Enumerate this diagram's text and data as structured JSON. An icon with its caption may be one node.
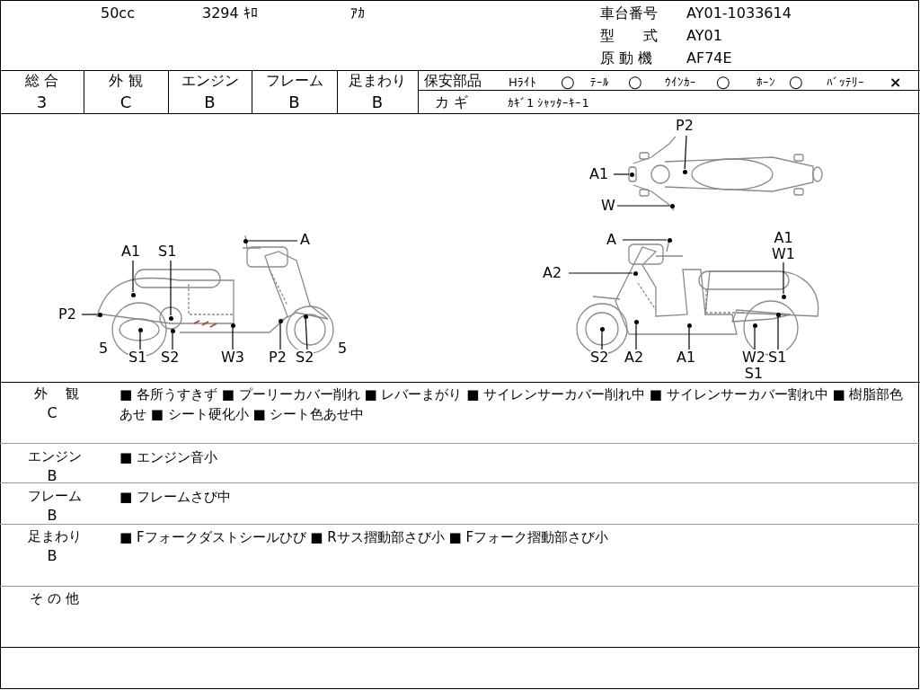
{
  "diagram": {
    "nodes": [
      {
        "text": [
          "A"
        ]
      },
      {
        "text": [
          "A1"
        ]
      },
      {
        "text": [
          "S1"
        ]
      },
      {
        "text": [
          "P2"
        ]
      },
      {
        "text": [
          "S1"
        ]
      },
      {
        "text": [
          "S2"
        ]
      },
      {
        "text": [
          "W3"
        ]
      },
      {
        "text": [
          "P2"
        ]
      },
      {
        "text": [
          "S2"
        ]
      },
      {
        "text": [
          "P2"
        ]
      },
      {
        "text": [
          "A1"
        ]
      },
      {
        "text": [
          "W"
        ]
      },
      {
        "text": [
          "A"
        ]
      },
      {
        "text": [
          "A2"
        ]
      },
      {
        "text": [
          "A1",
          "W1"
        ]
      },
      {
        "text": [
          "S2"
        ]
      },
      {
        "text": [
          "A2"
        ]
      },
      {
        "text": [
          "A1"
        ]
      },
      {
        "text": [
          "W2",
          "S1"
        ]
      },
      {
        "text": [
          "S1"
        ]
      },
      {
        "text": [],
        "shape": "circle"
      },
      {
        "text": [],
        "shape": "circle"
      },
      {
        "text": [],
        "shape": "circle"
      },
      {
        "text": [],
        "shape": "circle"
      },
      {
        "text": [],
        "shape": "circle"
      },
      {
        "text": [],
        "shape": "circle"
      },
      {
        "text": [],
        "shape": "circle"
      },
      {
        "text": [],
        "shape": "circle"
      },
      {
        "text": [],
        "shape": "circle"
      },
      {
        "text": [],
        "shape": "circle"
      },
      {
        "text": [],
        "shape": "circle"
      },
      {
        "text": [],
        "shape": "circle"
      },
      {
        "text": [],
        "shape": "circle"
      },
      {
        "text": [],
        "shape": "circle"
      },
      {
        "text": [],
        "shape": "circle"
      },
      {
        "text": [],
        "shape": "circle"
      },
      {
        "text": [],
        "shape": "circle"
      },
      {
        "text": [],
        "shape": "circle"
      },
      {
        "text": [],
        "shape": "circle"
      },
      {
        "text": [],
        "shape": "circle"
      }
    ],
    "edges": [
      {
        "from": 0,
        "to": 20,
        "arrow": "none"
      },
      {
        "from": 1,
        "to": 21,
        "arrow": "none"
      },
      {
        "from": 2,
        "to": 22,
        "arrow": "none"
      },
      {
        "from": 3,
        "to": 23,
        "arrow": "none"
      },
      {
        "from": 4,
        "to": 24,
        "arrow": "none"
      },
      {
        "from": 5,
        "to": 25,
        "arrow": "none"
      },
      {
        "from": 6,
        "to": 26,
        "arrow": "none"
      },
      {
        "from": 7,
        "to": 27,
        "arrow": "none"
      },
      {
        "from": 8,
        "to": 28,
        "arrow": "none"
      },
      {
        "from": 9,
        "to": 29,
        "arrow": "none"
      },
      {
        "from": 10,
        "to": 30,
        "arrow": "none"
      },
      {
        "from": 11,
        "to": 31,
        "arrow": "none"
      },
      {
        "from": 12,
        "to": 32,
        "arrow": "none"
      },
      {
        "from": 13,
        "to": 33,
        "arrow": "none"
      },
      {
        "from": 14,
        "to": 34,
        "arrow": "none"
      },
      {
        "from": 15,
        "to": 35,
        "arrow": "none"
      },
      {
        "from": 16,
        "to": 36,
        "arrow": "none"
      },
      {
        "from": 17,
        "to": 37,
        "arrow": "none"
      },
      {
        "from": 18,
        "to": 38,
        "arrow": "none"
      },
      {
        "from": 19,
        "to": 39,
        "arrow": "none"
      }
    ],
    "labels": [
      "50cc",
      "3294 ｷﾛ",
      "ｱｶ",
      "車台番号",
      "AY01-1033614",
      "型　　式",
      "AY01",
      "原 動 機",
      "AF74E",
      "総 合",
      "3",
      "外 観",
      "C",
      "エンジン",
      "B",
      "フレーム",
      "B",
      "足まわり",
      "B",
      "保安部品",
      "Hﾗｲﾄ",
      "○",
      "ﾃｰﾙ",
      "○",
      "ｳｲﾝｶｰ",
      "○",
      "ﾎｰﾝ",
      "○",
      "ﾊﾞｯﾃﾘｰ",
      "×",
      "カ ギ",
      "ｶｷﾞ1 ｼｬｯﾀｰｷｰ1",
      "5",
      "5",
      "外　 観",
      "C",
      "■ 各所うすきず ■ プーリーカバー削れ ■ レバーまがり ■ サイレンサーカバー削れ中 ■ サイレンサーカバー割れ中 ■ 樹脂部色あせ ■ シート硬化小 ■ シート色あせ中",
      "エンジン",
      "B",
      "■ エンジン音小",
      "フレーム",
      "B",
      "■ フレームさび中",
      "足まわり",
      "B",
      "■ Fフォークダストシールひび ■ Rサス摺動部さび小 ■ Fフォーク摺動部さび小",
      "そ の 他"
    ]
  }
}
